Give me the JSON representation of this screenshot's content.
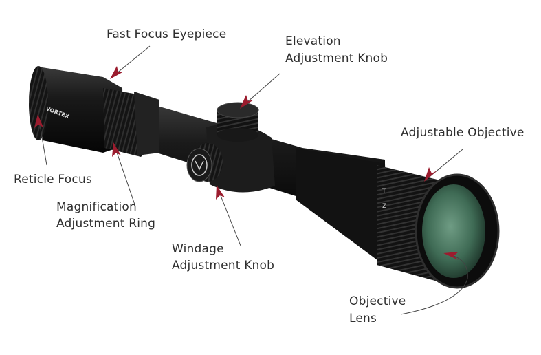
{
  "labels": {
    "fast_focus_eyepiece": "Fast Focus Eyepiece",
    "elevation_line1": "Elevation",
    "elevation_line2": "Adjustment Knob",
    "adjustable_objective": "Adjustable Objective",
    "reticle_focus": "Reticle Focus",
    "magnification_line1": "Magnification",
    "magnification_line2": "Adjustment Ring",
    "windage_line1": "Windage",
    "windage_line2": "Adjustment Knob",
    "objective_line1": "Objective",
    "objective_line2": "Lens"
  },
  "logo_text": "VORTEX",
  "colors": {
    "arrow": "#9b1c2e",
    "scope_body": "#111111",
    "lens": "#3f6b55",
    "text": "#2e2e2e"
  }
}
